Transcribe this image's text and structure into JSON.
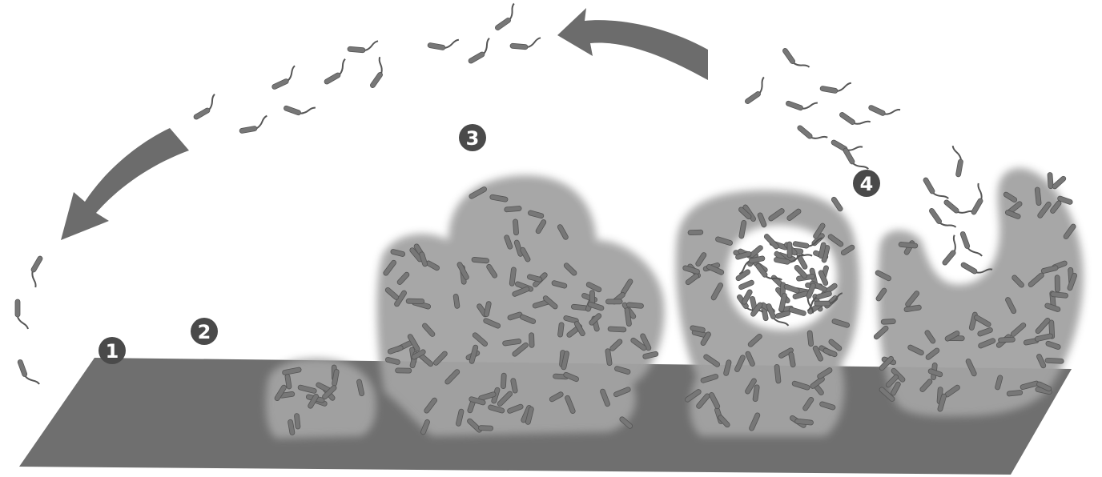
{
  "steps": [
    {
      "number": "1"
    },
    {
      "number": "2"
    },
    {
      "number": "3"
    },
    {
      "number": "4"
    }
  ],
  "colors": {
    "surface": "#6f6f6f",
    "biofilm": "#a3a3a3",
    "bacteria": "#777777",
    "arrow": "#6c6c6c",
    "background": "#ffffff"
  }
}
